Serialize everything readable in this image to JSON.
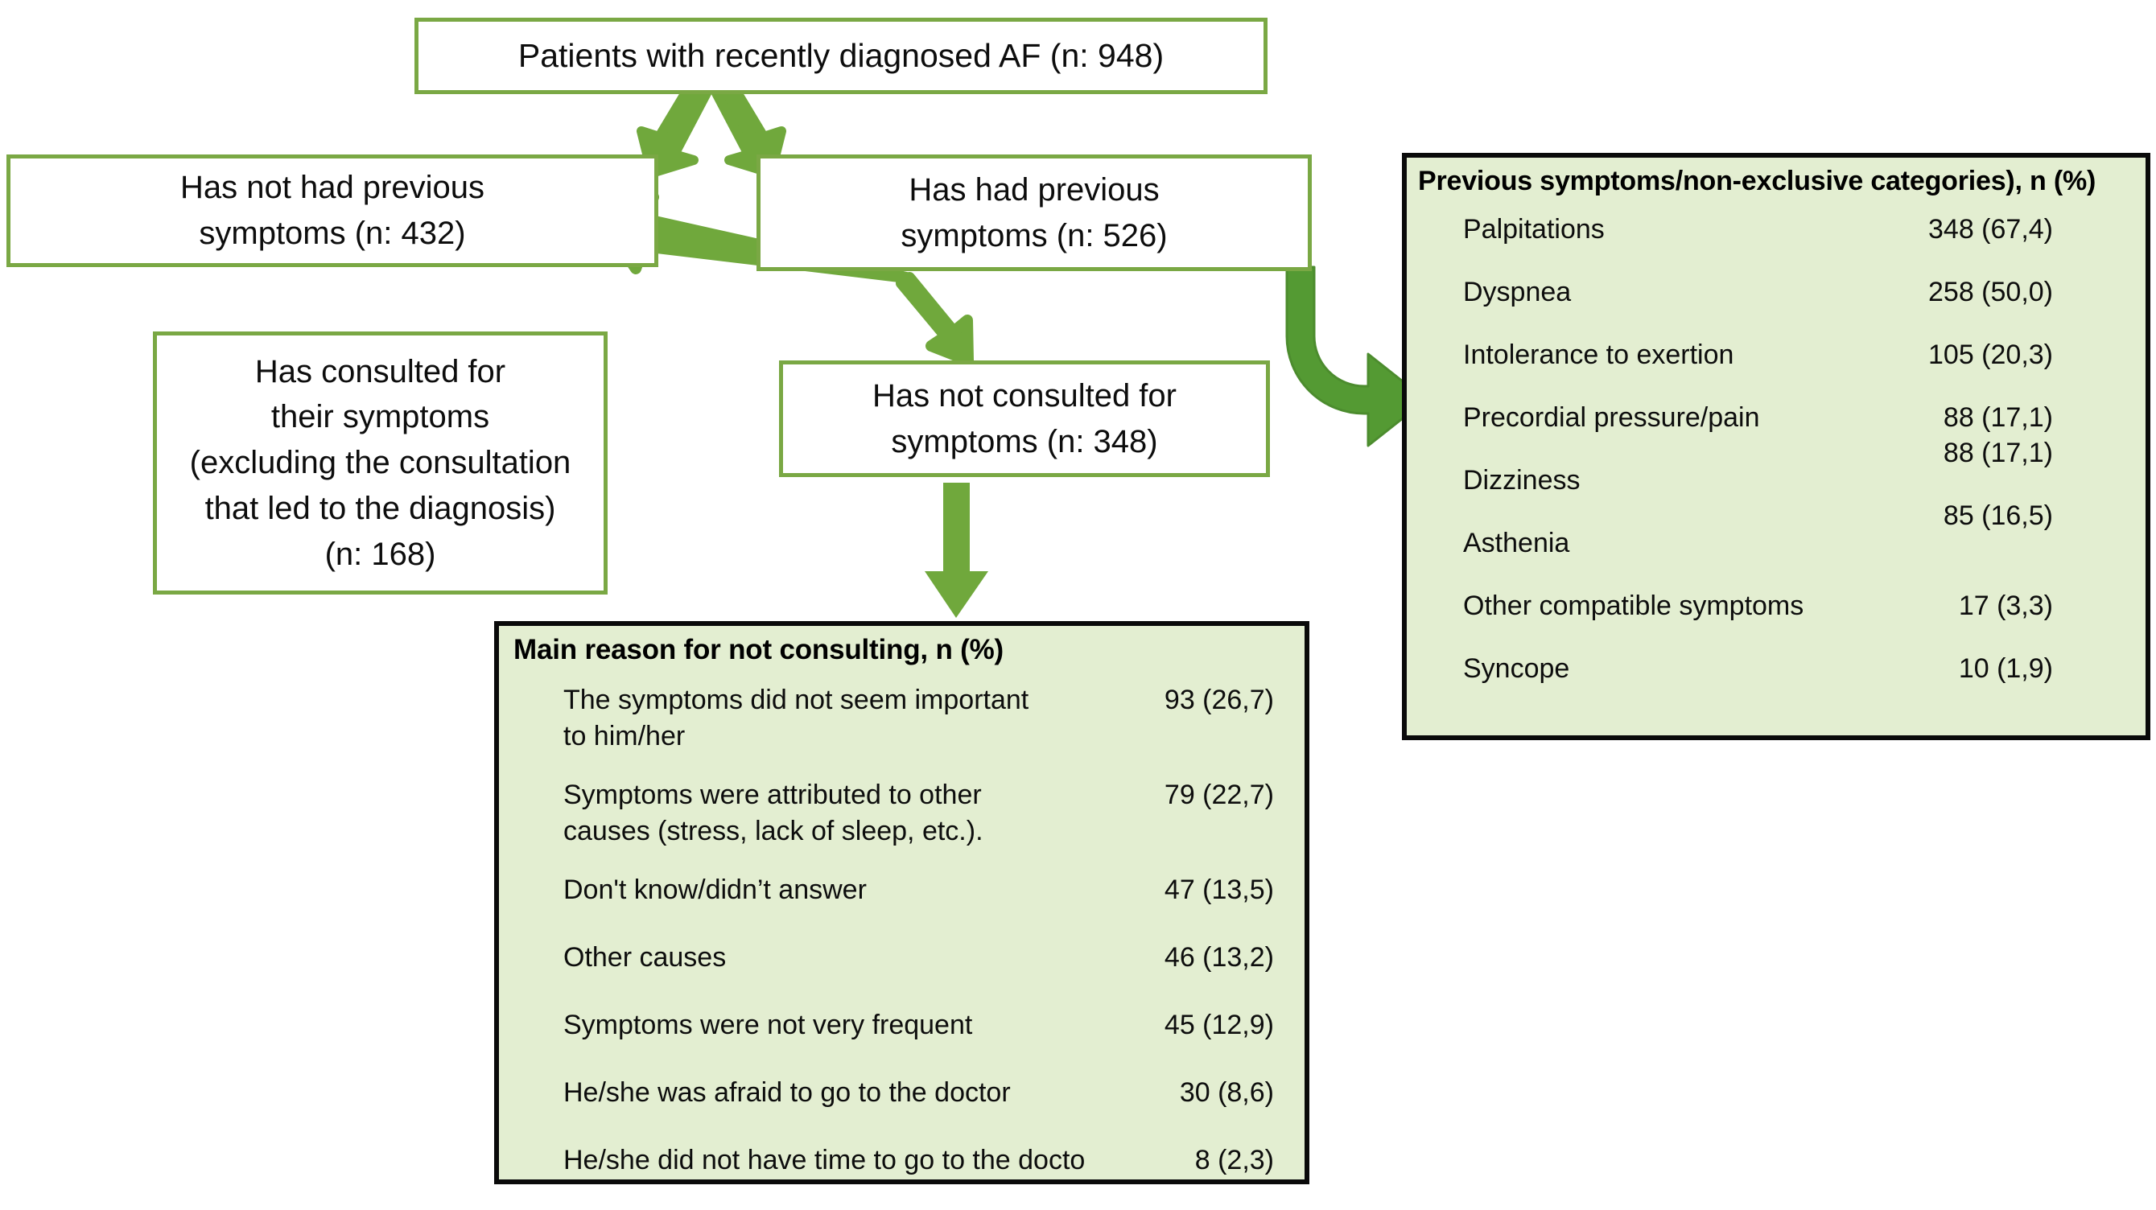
{
  "flow": {
    "top_box": "Patients with recently diagnosed AF (n: 948)",
    "no_previous_symptoms": "Has not had previous\nsymptoms (n: 432)",
    "has_previous_symptoms": "Has had previous\nsymptoms (n: 526)",
    "has_consulted": "Has consulted for\ntheir symptoms\n(excluding the consultation\nthat led to the diagnosis)\n(n: 168)",
    "has_not_consulted": "Has not consulted for\nsymptoms (n: 348)"
  },
  "symptoms_panel": {
    "title": "Previous symptoms/non-exclusive categories), n (%)",
    "rows": [
      {
        "label": "Palpitations",
        "value": "348 (67,4)"
      },
      {
        "label": "Dyspnea",
        "value": "258 (50,0)"
      },
      {
        "label": "Intolerance to exertion",
        "value": "105 (20,3)"
      },
      {
        "label": "Precordial pressure/pain",
        "value": "88 (17,1)"
      },
      {
        "label": "Dizziness",
        "value": "88 (17,1)"
      },
      {
        "label": "Asthenia",
        "value": "85 (16,5)"
      },
      {
        "label": "Other compatible symptoms",
        "value": "17 (3,3)"
      },
      {
        "label": "Syncope",
        "value": "10 (1,9)"
      }
    ]
  },
  "reasons_panel": {
    "title": "Main reason for not consulting, n (%)",
    "rows": [
      {
        "label": "The symptoms did not seem important\nto him/her",
        "value": "93 (26,7)"
      },
      {
        "label": "Symptoms were attributed to other\ncauses (stress, lack of sleep, etc.).",
        "value": "79 (22,7)"
      },
      {
        "label": "Don't know/didn’t answer",
        "value": "47 (13,5)"
      },
      {
        "label": "Other causes",
        "value": "46 (13,2)"
      },
      {
        "label": "Symptoms were not very frequent",
        "value": "45 (12,9)"
      },
      {
        "label": "He/she was afraid to go to the doctor",
        "value": "30 (8,6)"
      },
      {
        "label": "He/she did not have time to go to the docto",
        "value": "8 (2,3)"
      }
    ]
  },
  "colors": {
    "box_border_green": "#7aa844",
    "arrow_green": "#70a83c",
    "panel_background": "#e3eed1",
    "panel_border": "#0a0a0a",
    "page_background": "#ffffff",
    "text": "#0d0d0d"
  }
}
